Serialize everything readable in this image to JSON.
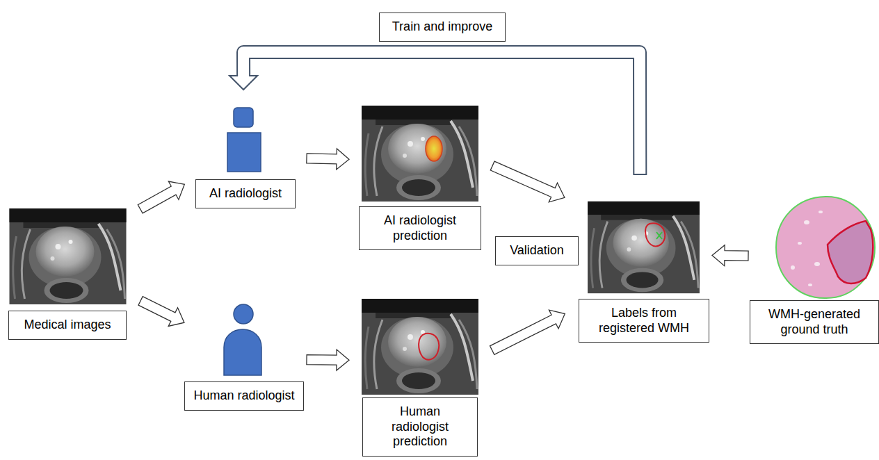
{
  "diagram": {
    "nodes": [
      {
        "text": [
          "Medical images"
        ]
      },
      {
        "text": [
          "AI radiologist"
        ]
      },
      {
        "text": [
          "Human radiologist"
        ]
      },
      {
        "text": [
          "AI radiologist prediction"
        ]
      },
      {
        "text": [
          "Human radiologist prediction"
        ]
      },
      {
        "text": [
          "Validation"
        ]
      },
      {
        "text": [
          "Labels from registered WMH"
        ]
      },
      {
        "text": [
          "WMH-generated ground truth"
        ]
      }
    ],
    "edges": [
      {
        "from": 0,
        "to": 1,
        "arrow": "to"
      },
      {
        "from": 0,
        "to": 2,
        "arrow": "to"
      },
      {
        "from": 1,
        "to": 3,
        "arrow": "to"
      },
      {
        "from": 2,
        "to": 4,
        "arrow": "to"
      },
      {
        "from": 3,
        "to": 6,
        "arrow": "to"
      },
      {
        "from": 4,
        "to": 6,
        "arrow": "to"
      },
      {
        "from": 7,
        "to": 6,
        "arrow": "to"
      },
      {
        "from": 6,
        "to": 1,
        "label": "Train and improve",
        "arrow": "to"
      }
    ]
  }
}
